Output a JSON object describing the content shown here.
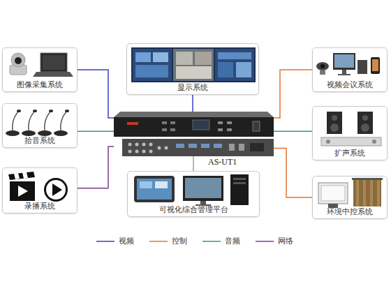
{
  "diagram": {
    "nodes": [
      {
        "text": [
          "图像采集系统"
        ]
      },
      {
        "text": [
          "显示系统"
        ]
      },
      {
        "text": [
          "视频会议系统"
        ]
      },
      {
        "text": [
          "拾音系统"
        ]
      },
      {
        "text": [
          "AS-UT1"
        ]
      },
      {
        "text": [
          "扩声系统"
        ]
      },
      {
        "text": [
          "录播系统"
        ]
      },
      {
        "text": [
          "可视化综合管理平台"
        ]
      },
      {
        "text": [
          "环境中控系统"
        ]
      }
    ],
    "edges": [
      {
        "from": 0,
        "to": 4,
        "arrow": "none"
      },
      {
        "from": 1,
        "to": 4,
        "arrow": "none"
      },
      {
        "from": 2,
        "to": 4,
        "arrow": "none"
      },
      {
        "from": 3,
        "to": 4,
        "arrow": "none"
      },
      {
        "from": 5,
        "to": 4,
        "arrow": "none"
      },
      {
        "from": 6,
        "to": 4,
        "arrow": "none"
      },
      {
        "from": 7,
        "to": 4,
        "arrow": "none"
      },
      {
        "from": 8,
        "to": 4,
        "arrow": "none"
      }
    ],
    "legend": [
      {
        "text": "视频"
      },
      {
        "text": "控制"
      },
      {
        "text": "音频"
      },
      {
        "text": "网络"
      }
    ]
  }
}
